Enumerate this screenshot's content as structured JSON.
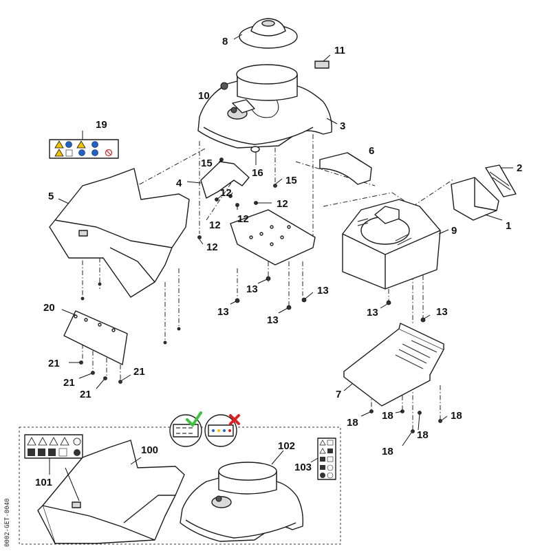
{
  "callouts": {
    "c1": "1",
    "c2": "2",
    "c3": "3",
    "c4": "4",
    "c5": "5",
    "c6": "6",
    "c7": "7",
    "c8": "8",
    "c9": "9",
    "c10": "10",
    "c11": "11",
    "c12a": "12",
    "c12b": "12",
    "c12c": "12",
    "c12d": "12",
    "c12e": "12",
    "c13a": "13",
    "c13b": "13",
    "c13c": "13",
    "c13d": "13",
    "c13e": "13",
    "c13f": "13",
    "c15a": "15",
    "c15b": "15",
    "c16": "16",
    "c18a": "18",
    "c18b": "18",
    "c18c": "18",
    "c18d": "18",
    "c18e": "18",
    "c19": "19",
    "c20": "20",
    "c21a": "21",
    "c21b": "21",
    "c21c": "21",
    "c21d": "21",
    "c100": "100",
    "c101": "101",
    "c102": "102",
    "c103": "103"
  },
  "drawing_code": "0002-GET-0040",
  "icons": {
    "valid_mark": "check-icon",
    "invalid_mark": "cross-icon"
  },
  "colors": {
    "check": "#3cc23c",
    "cross": "#e02020",
    "warning": "#f2c200",
    "info": "#1e64c8",
    "prohibit": "#d02020"
  }
}
